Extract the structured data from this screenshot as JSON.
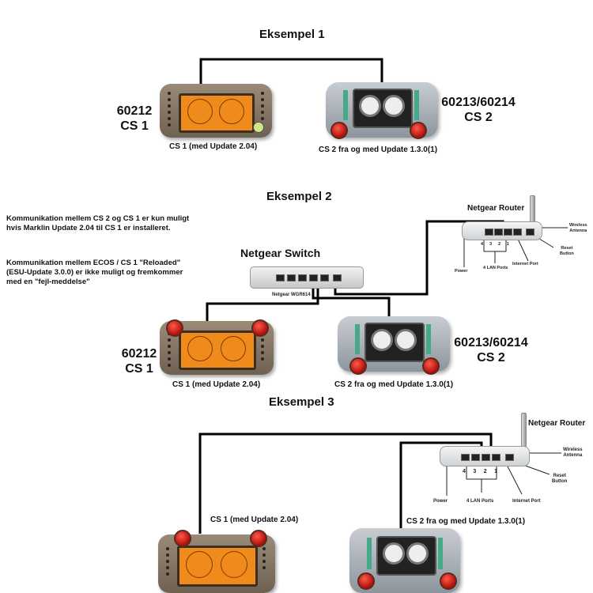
{
  "example1": {
    "title": "Eksempel 1",
    "cs1_model": "60212",
    "cs1_name": "CS 1",
    "cs2_model": "60213/60214",
    "cs2_name": "CS 2",
    "cs1_caption": "CS 1 (med Update 2.04)",
    "cs2_caption": "CS 2 fra og med Update 1.3.0(1)"
  },
  "example2": {
    "title": "Eksempel 2",
    "note1_line1": "Kommunikation mellem CS 2 og CS 1 er kun muligt",
    "note1_line2": "hvis Marklin Update 2.04 til CS 1 er installeret.",
    "note2_line1": "Kommunikation mellem ECOS / CS 1 \"Reloaded\"",
    "note2_line2": "(ESU-Update 3.0.0) er ikke muligt og fremkommer",
    "note2_line3": "med en \"fejl-meddelse\"",
    "switch_title": "Netgear Switch",
    "switch_model": "Netgear WGR614",
    "router_title": "Netgear Router",
    "cs1_model": "60212",
    "cs1_name": "CS 1",
    "cs2_model": "60213/60214",
    "cs2_name": "CS 2",
    "cs1_caption": "CS 1 (med Update 2.04)",
    "cs2_caption": "CS 2 fra og med Update 1.3.0(1)"
  },
  "example3": {
    "title": "Eksempel 3",
    "router_title": "Netgear Router",
    "cs1_caption": "CS 1 (med Update 2.04)",
    "cs2_caption": "CS 2 fra og med Update 1.3.0(1)"
  },
  "router_labels": {
    "wireless": "Wireless",
    "antenna": "Antenna",
    "reset": "Reset",
    "button": "Button",
    "power": "Power",
    "lan_ports": "4 LAN Ports",
    "internet_port": "Internet Port",
    "port_numbers": [
      "4",
      "3",
      "2",
      "1"
    ]
  },
  "colors": {
    "cs1_screen": "#f08a1a",
    "red_button": "#d01810",
    "cable": "#000000"
  }
}
